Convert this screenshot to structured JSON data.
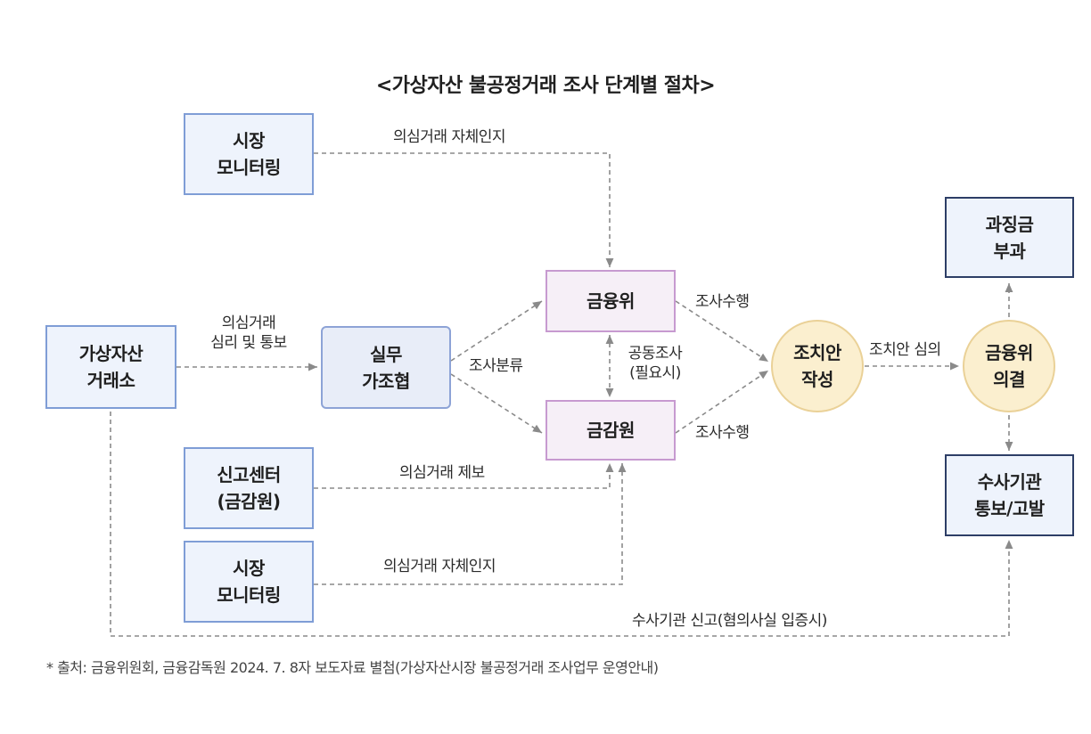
{
  "title": "<가상자산 불공정거래 조사 단계별 절차>",
  "nodes": {
    "market_monitoring_top": [
      "시장",
      "모니터링"
    ],
    "exchange": [
      "가상자산",
      "거래소"
    ],
    "working_council": [
      "실무",
      "가조협"
    ],
    "fsc": "금융위",
    "fss": "금감원",
    "report_center": [
      "신고센터",
      "(금감원)"
    ],
    "market_monitoring_bottom": [
      "시장",
      "모니터링"
    ],
    "action_plan": [
      "조치안",
      "작성"
    ],
    "fsc_resolution": [
      "금융위",
      "의결"
    ],
    "penalty": [
      "과징금",
      "부과"
    ],
    "investigation_agency": [
      "수사기관",
      "통보/고발"
    ]
  },
  "labels": {
    "self_detect_top": "의심거래 자체인지",
    "suspicious_report": [
      "의심거래",
      "심리 및 통보"
    ],
    "classification": "조사분류",
    "investigate_fsc": "조사수행",
    "investigate_fss": "조사수행",
    "joint_investigation": [
      "공동조사",
      "(필요시)"
    ],
    "tip_off": "의심거래 제보",
    "self_detect_bottom": "의심거래 자체인지",
    "review": "조치안 심의",
    "agency_report": "수사기관 신고(혐의사실 입증시)"
  },
  "source_note": "* 출처: 금융위원회, 금융감독원 2024. 7. 8자 보도자료 별첨(가상자산시장 불공정거래 조사업무 운영안내)",
  "colors": {
    "line": "#8a8a8a",
    "source_box_border": "#7f9dd6",
    "outcome_box_border": "#2d3e66",
    "agency_box_border": "#c79ad0",
    "circle_fill": "#fbefcf"
  }
}
